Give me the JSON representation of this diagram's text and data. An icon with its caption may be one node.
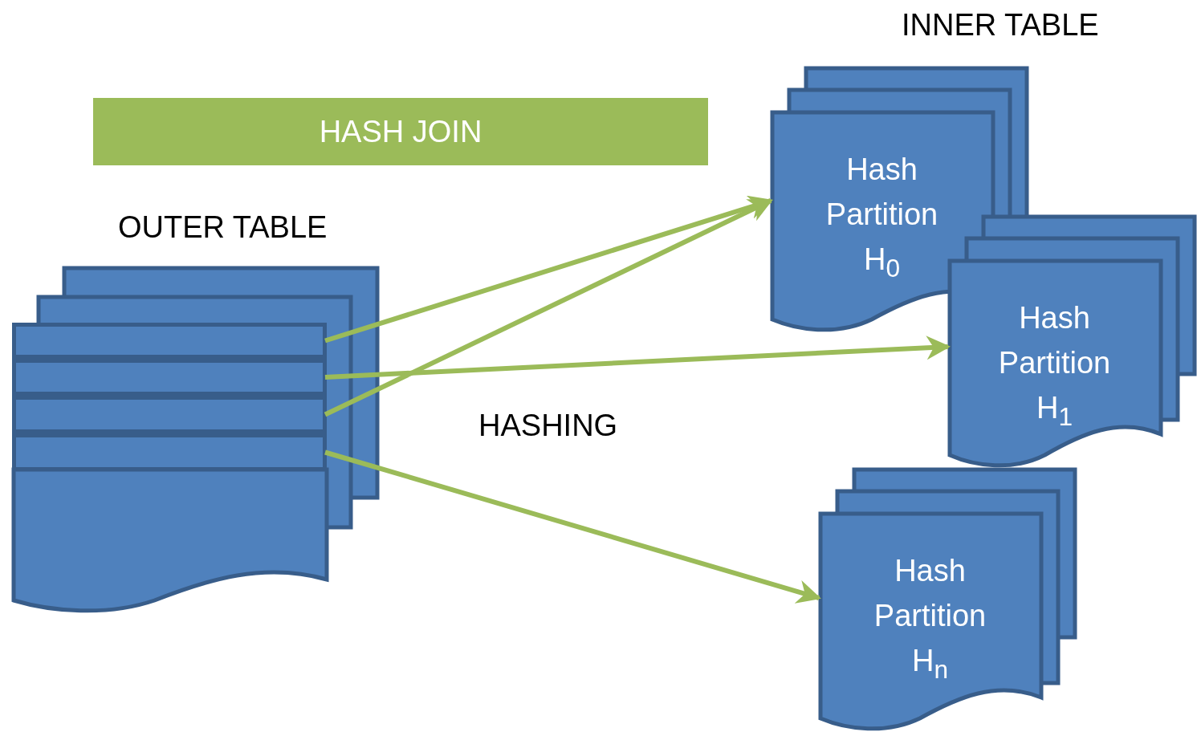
{
  "diagram": {
    "nodes": [
      {
        "text": [
          "HASH JOIN"
        ]
      },
      {
        "text": [
          "OUTER TABLE"
        ]
      },
      {
        "text": [],
        "shape": "bar",
        "in": 1
      },
      {
        "text": [],
        "shape": "bar",
        "in": 1
      },
      {
        "text": [],
        "shape": "bar",
        "in": 1
      },
      {
        "text": [],
        "shape": "bar",
        "in": 1
      },
      {
        "text": [
          "Hash Partition H$_{0}$"
        ]
      },
      {
        "text": [
          "Hash Partition H$_{1}$"
        ]
      },
      {
        "text": [
          "Hash Partition H$_{n}$"
        ]
      }
    ],
    "edges": [
      {
        "from": 2,
        "to": 6,
        "arrow": "to"
      },
      {
        "from": 3,
        "to": 7,
        "arrow": "to"
      },
      {
        "from": 4,
        "to": 6,
        "arrow": "to"
      },
      {
        "from": 5,
        "to": 8,
        "arrow": "to"
      }
    ],
    "labels": [
      "INNER TABLE",
      "HASHING"
    ]
  }
}
